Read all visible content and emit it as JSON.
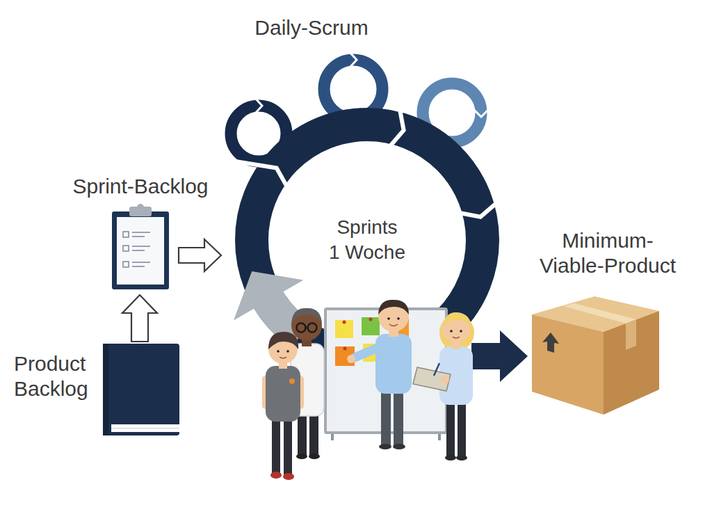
{
  "diagram": {
    "nodes": [
      {
        "text": [
          "Daily-Scrum"
        ]
      },
      {
        "text": [
          "Sprint-Backlog"
        ]
      },
      {
        "text": [
          "Sprints 1 Woche"
        ]
      },
      {
        "text": [
          "Minimum- Viable-Product"
        ]
      },
      {
        "text": [
          "Product Backlog"
        ]
      }
    ],
    "edges": [
      {
        "from": 4,
        "to": 1,
        "arrow": "to"
      },
      {
        "from": 1,
        "to": 2,
        "arrow": "to"
      },
      {
        "from": 2,
        "to": 3,
        "arrow": "to"
      }
    ]
  }
}
